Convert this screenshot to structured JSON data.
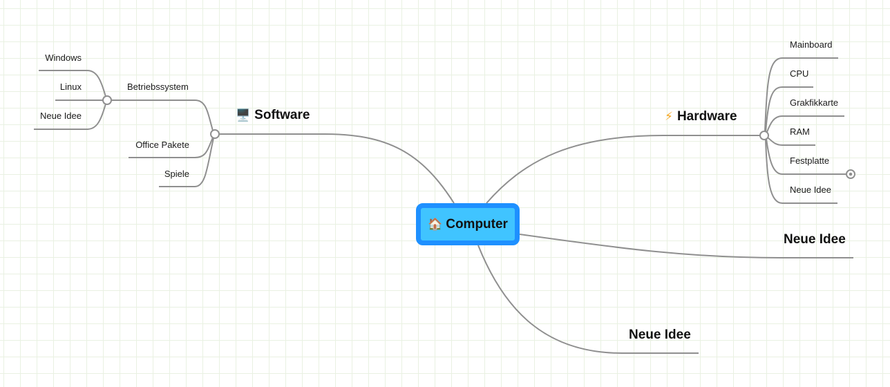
{
  "mindmap": {
    "root": {
      "label": "Computer",
      "icon": "🏠",
      "icon_name": "house-icon"
    },
    "branches": {
      "software": {
        "label": "Software",
        "icon": "🖥️",
        "icon_name": "desktop-computer-icon",
        "children": {
          "betriebssystem": {
            "label": "Betriebssystem",
            "children": [
              "Windows",
              "Linux",
              "Neue Idee"
            ]
          },
          "office": {
            "label": "Office Pakete"
          },
          "spiele": {
            "label": "Spiele"
          }
        }
      },
      "hardware": {
        "label": "Hardware",
        "icon": "⚡",
        "icon_name": "lightning-icon",
        "children": [
          "Mainboard",
          "CPU",
          "Grakfikkarte",
          "RAM",
          "Festplatte",
          "Neue Idee"
        ]
      },
      "idea1": {
        "label": "Neue Idee"
      },
      "idea2": {
        "label": "Neue Idee"
      }
    },
    "colors": {
      "line": "#8f8f8f",
      "root_border": "#1e90ff",
      "root_fill": "#40c4ff",
      "grid": "#e9f1e2"
    }
  }
}
